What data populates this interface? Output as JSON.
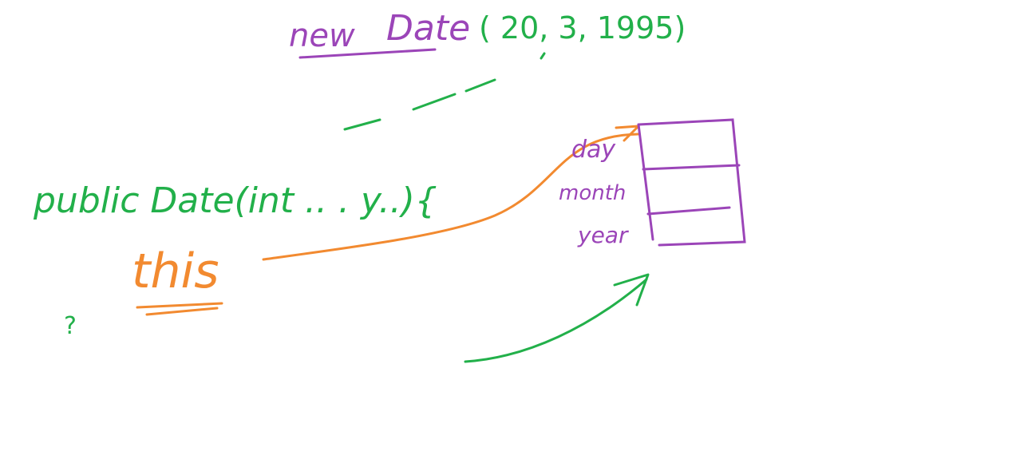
{
  "colors": {
    "green": "#22b04a",
    "purple": "#9b45b8",
    "orange": "#f28a30",
    "background": "#ffffff"
  },
  "constructor_call": {
    "keyword": "new",
    "class_name": "Date",
    "args_text": "( 20, 3, 1995)"
  },
  "constructor_def": {
    "text": "public Date(int .. . y..){"
  },
  "this_keyword": "this",
  "closing_mark": "?",
  "object_fields": [
    "day",
    "month",
    "year"
  ]
}
